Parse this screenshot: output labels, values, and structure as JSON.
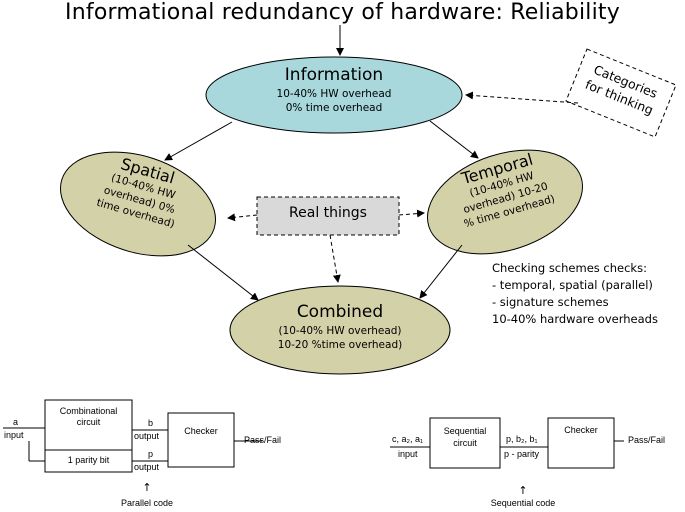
{
  "title": "Informational redundancy of hardware: Reliability",
  "information": {
    "title": "Information",
    "line1": "10-40% HW overhead",
    "line2": "0% time overhead"
  },
  "spatial": {
    "title": "Spatial",
    "l1": "(10-40% HW",
    "l2": "overhead) 0%",
    "l3": "time overhead)"
  },
  "temporal": {
    "title": "Temporal",
    "l1": "(10-40% HW",
    "l2": "overhead) 10-20",
    "l3": "% time overhead)"
  },
  "combined": {
    "title": "Combined",
    "line1": "(10-40% HW overhead)",
    "line2": "10-20 %time overhead)"
  },
  "real_things": "Real things",
  "categories": {
    "line1": "Categories",
    "line2": "for thinking"
  },
  "checking": {
    "heading": "Checking schemes checks:",
    "items": [
      "- temporal, spatial (parallel)",
      "- signature schemes",
      "10-40% hardware overheads"
    ]
  },
  "parallel": {
    "input_top": "a",
    "input_label": "input",
    "comb_l1": "Combinational",
    "comb_l2": "circuit",
    "parity": "1 parity bit",
    "b": "b",
    "output1": "output",
    "p": "p",
    "output2": "output",
    "checker": "Checker",
    "passfail": "Pass/Fail",
    "arrow": "↑",
    "caption": "Parallel code"
  },
  "sequential": {
    "input_top": "c, a₂, a₁",
    "input_label": "input",
    "seq_l1": "Sequential",
    "seq_l2": "circuit",
    "out_top": "p, b₂, b₁",
    "out_label": "p - parity",
    "checker": "Checker",
    "passfail": "Pass/Fail",
    "arrow": "↑",
    "caption": "Sequential code"
  },
  "colors": {
    "information_fill": "#a8d8dc",
    "olive_fill": "#d2d1a8",
    "box_fill": "#d9d9d9"
  }
}
